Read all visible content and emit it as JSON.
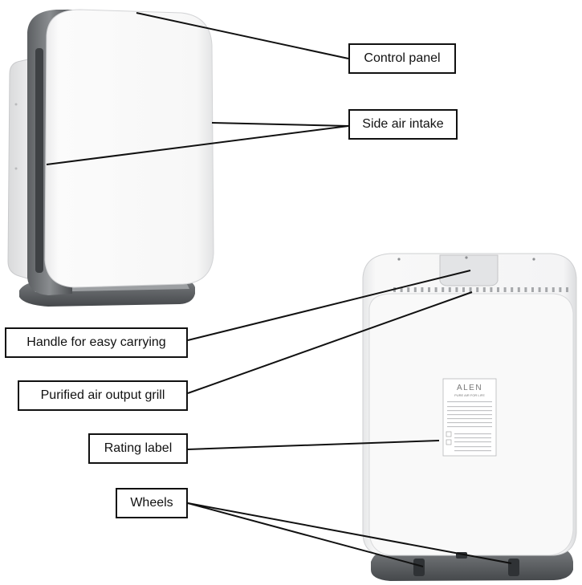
{
  "callouts": {
    "control_panel": "Control panel",
    "side_air_intake": "Side air intake",
    "handle": "Handle for easy carrying",
    "output_grill": "Purified air output grill",
    "rating_label": "Rating label",
    "wheels": "Wheels"
  },
  "rating_sticker": {
    "brand": "ALEN",
    "tagline": "PURE AIR FOR LIFE"
  },
  "colors": {
    "panel_white": "#f6f6f6",
    "body_dark": "#6b6d70",
    "base_dark": "#55585b",
    "leader_line": "#111111"
  }
}
